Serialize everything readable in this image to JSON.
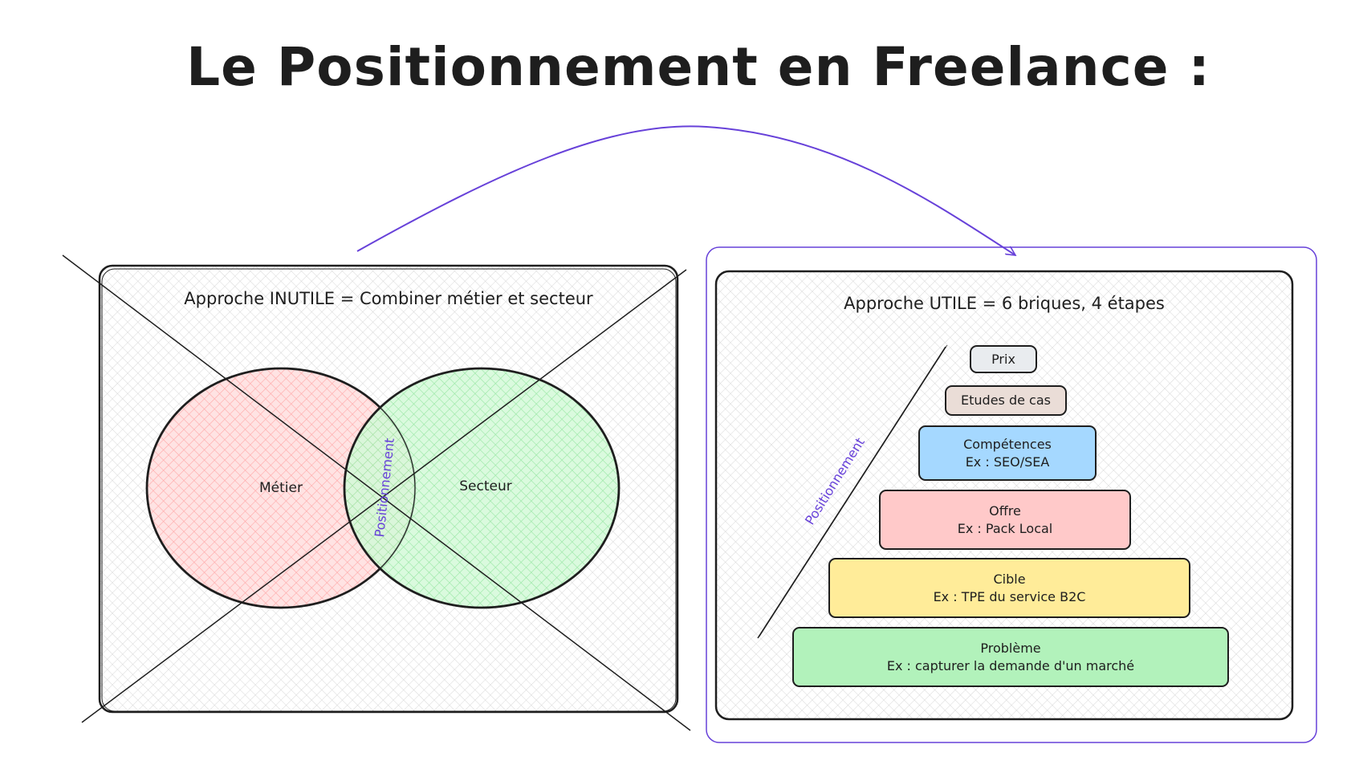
{
  "title": "Le Positionnement en Freelance :",
  "left_panel": {
    "title": "Approche INUTILE = Combiner métier et secteur",
    "circle_left": "Métier",
    "circle_right": "Secteur",
    "intersection": "Positionnement",
    "crossed_out": true
  },
  "right_panel": {
    "title": "Approche UTILE = 6 briques, 4 étapes",
    "axis_label": "Positionnement",
    "bricks": [
      {
        "title": "Prix",
        "example": ""
      },
      {
        "title": "Etudes de cas",
        "example": ""
      },
      {
        "title": "Compétences",
        "example": "Ex : SEO/SEA"
      },
      {
        "title": "Offre",
        "example": "Ex : Pack Local"
      },
      {
        "title": "Cible",
        "example": "Ex : TPE du service B2C"
      },
      {
        "title": "Problème",
        "example": "Ex : capturer la demande d'un marché"
      }
    ]
  },
  "colors": {
    "stroke": "#1e1e1e",
    "accent": "#6741d9",
    "metier_fill": "#ffc9c9",
    "secteur_fill": "#b2f2bb",
    "prix_fill": "#e9ecef",
    "etudes_fill": "#eaddd7",
    "competences_fill": "#a5d8ff",
    "offre_fill": "#ffc9c9",
    "cible_fill": "#ffec99",
    "probleme_fill": "#b2f2bb"
  }
}
